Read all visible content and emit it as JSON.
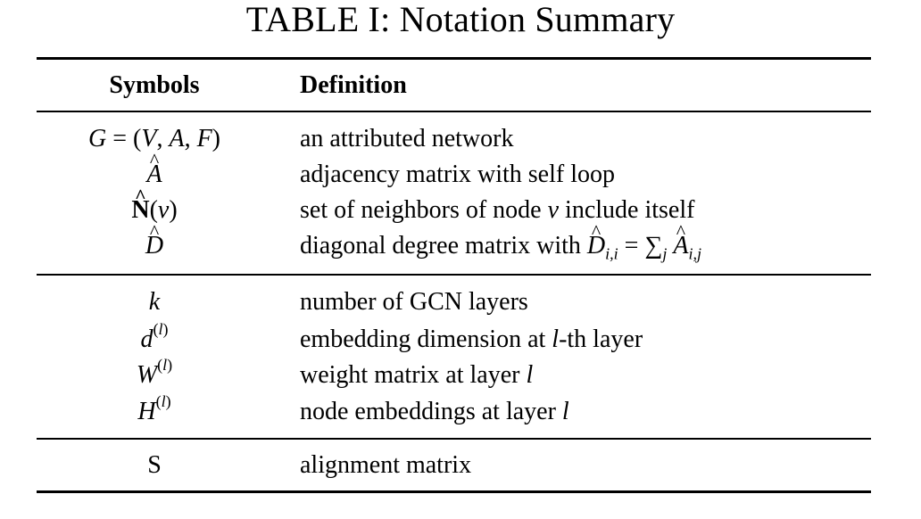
{
  "title": "TABLE I: Notation Summary",
  "headers": {
    "symbols": "Symbols",
    "definition": "Definition"
  },
  "rows": [
    {
      "symbol": "G = (V, A, F)",
      "definition": "an attributed network"
    },
    {
      "symbol": "Â",
      "definition": "adjacency matrix with self loop"
    },
    {
      "symbol": "N̂(v)",
      "definition": "set of neighbors of node v include itself"
    },
    {
      "symbol": "D̂",
      "definition": "diagonal degree matrix with D̂i,i = ∑j Âi,j"
    },
    {
      "symbol": "k",
      "definition": "number of GCN layers"
    },
    {
      "symbol": "d(l)",
      "definition": "embedding dimension at l-th layer"
    },
    {
      "symbol": "W(l)",
      "definition": "weight matrix at layer l"
    },
    {
      "symbol": "H(l)",
      "definition": "node embeddings at layer l"
    },
    {
      "symbol": "S",
      "definition": "alignment matrix"
    }
  ]
}
